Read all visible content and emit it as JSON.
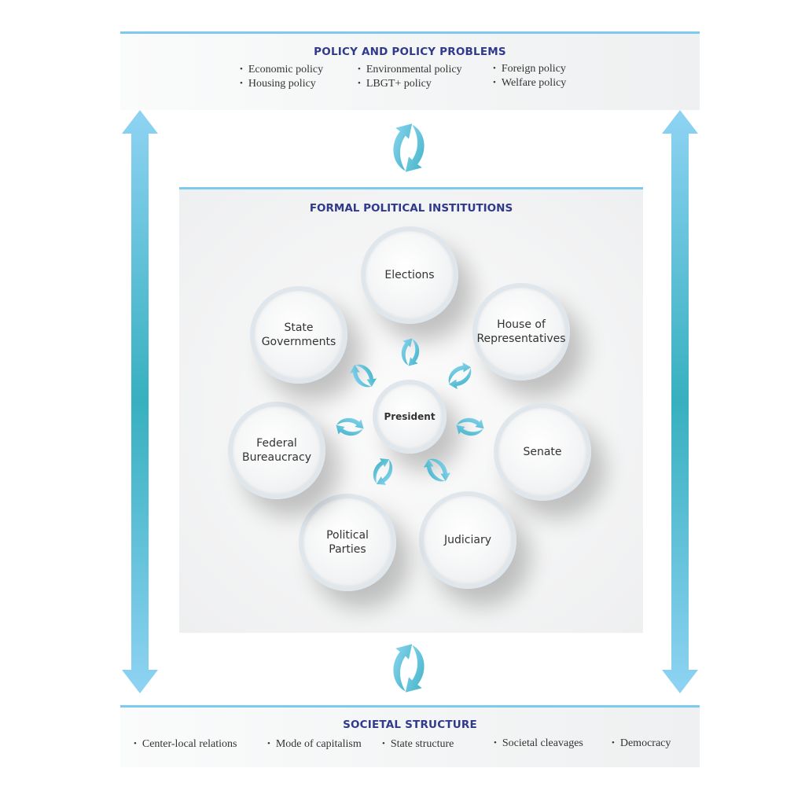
{
  "policy": {
    "title": "POLICY AND POLICY PROBLEMS",
    "items": [
      "Economic policy",
      "Housing policy",
      "Environmental policy",
      "LBGT+ policy",
      "Foreign policy",
      "Welfare policy"
    ]
  },
  "institutions": {
    "title": "FORMAL POLITICAL INSTITUTIONS",
    "center": "President",
    "nodes": [
      "Elections",
      "House of\nRepresentatives",
      "Senate",
      "Judiciary",
      "Political\nParties",
      "Federal\nBureaucracy",
      "State\nGovernments"
    ]
  },
  "society": {
    "title": "SOCIETAL STRUCTURE",
    "items": [
      "Center-local relations",
      "Mode of capitalism",
      "State structure",
      "Societal cleavages",
      "Democracy"
    ]
  },
  "colors": {
    "accent": "#7ccbee",
    "title": "#2f3a8a",
    "teal": "#3bb3c3"
  }
}
